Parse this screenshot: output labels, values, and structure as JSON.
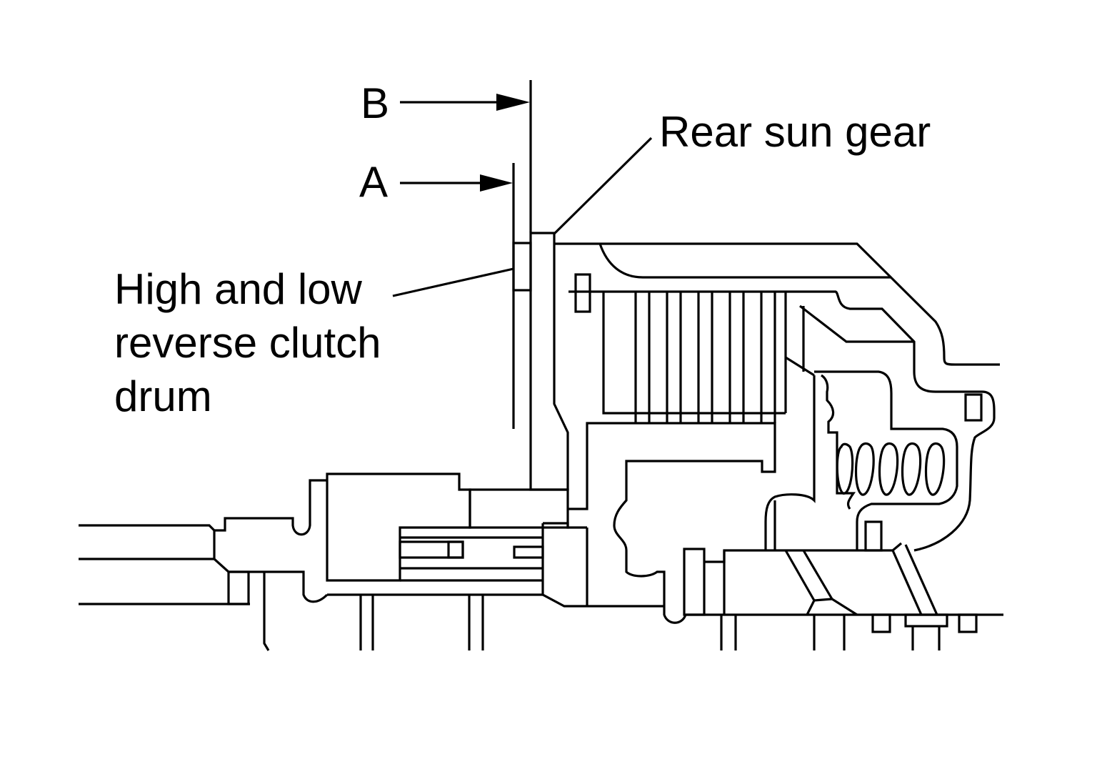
{
  "labels": {
    "b": "B",
    "a": "A",
    "rear_sun_gear": "Rear sun gear",
    "clutch_drum_line1": "High and low",
    "clutch_drum_line2": "reverse clutch",
    "clutch_drum_line3": "drum"
  }
}
